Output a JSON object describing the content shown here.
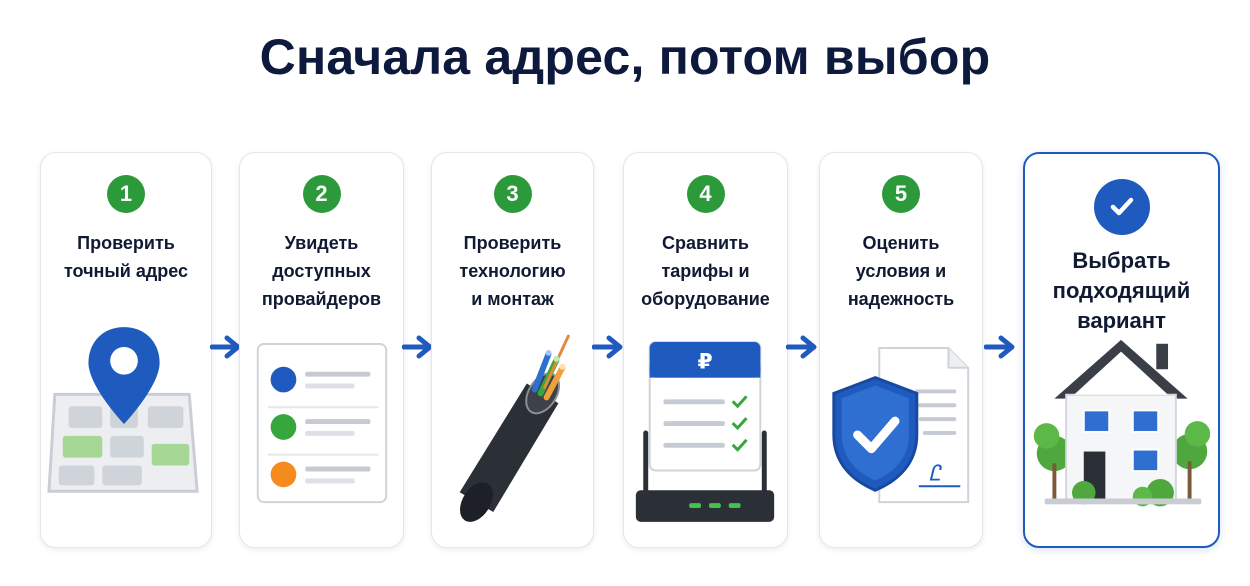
{
  "title": "Сначала адрес, потом выбор",
  "colors": {
    "step_badge": "#2c9a3a",
    "accent_blue": "#1f5bbf",
    "title": "#0e1a3d",
    "card_border": "#e3e6eb"
  },
  "steps": [
    {
      "number": "1",
      "lines": [
        "Проверить",
        "точный адрес"
      ],
      "icon": "map-pin-icon"
    },
    {
      "number": "2",
      "lines": [
        "Увидеть",
        "доступных",
        "провайдеров"
      ],
      "icon": "provider-list-icon"
    },
    {
      "number": "3",
      "lines": [
        "Проверить",
        "технологию",
        "и монтаж"
      ],
      "icon": "fiber-cable-icon"
    },
    {
      "number": "4",
      "lines": [
        "Сравнить",
        "тарифы и",
        "оборудование"
      ],
      "icon": "tariff-router-icon"
    },
    {
      "number": "5",
      "lines": [
        "Оценить",
        "условия и",
        "надежность"
      ],
      "icon": "shield-contract-icon"
    }
  ],
  "final": {
    "lines": [
      "Выбрать",
      "подходящий",
      "вариант"
    ],
    "badge_icon": "checkmark-icon",
    "icon": "house-icon"
  },
  "illustrations": {
    "tariff_currency": "₽",
    "contract_signature": "Ꮭ"
  }
}
